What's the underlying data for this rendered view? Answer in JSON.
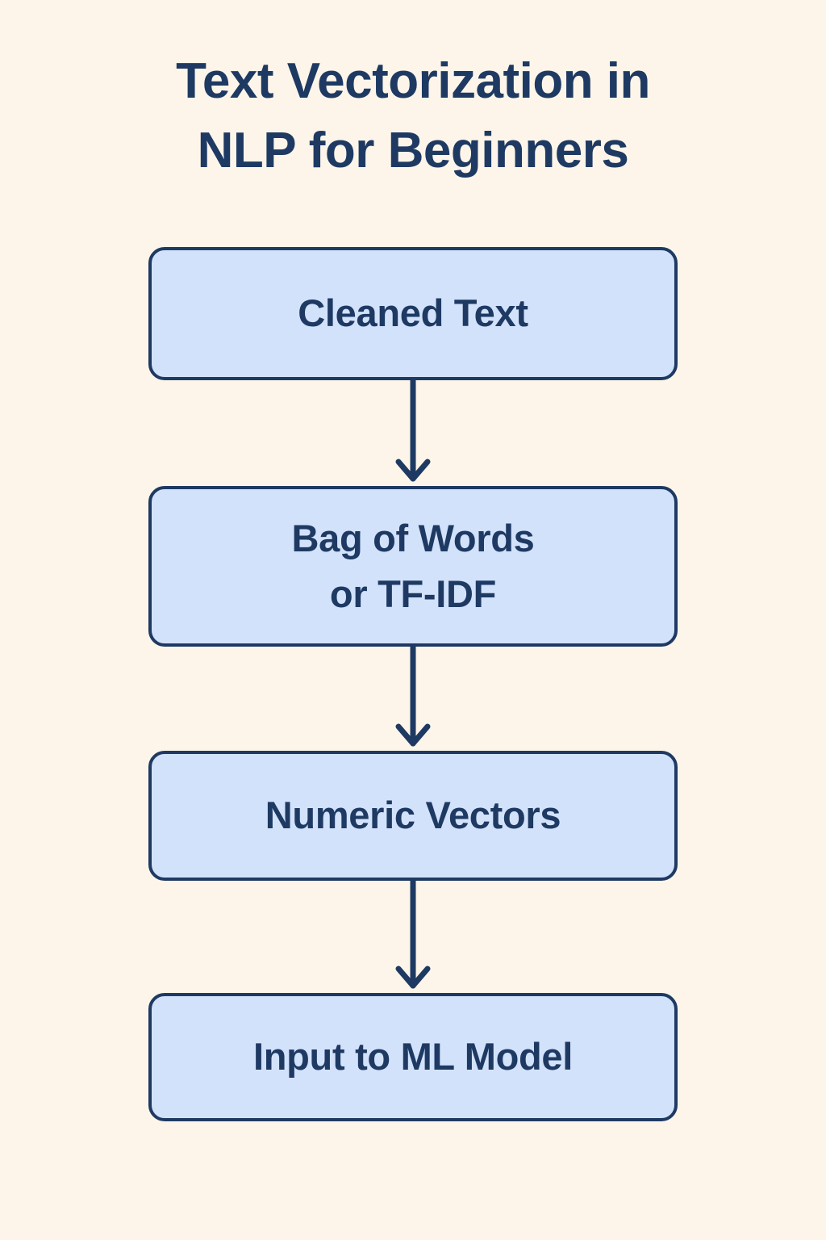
{
  "page": {
    "background_color": "#FDF5E9",
    "accent_color": "#1E3A63",
    "box_fill_color": "#D3E2FB"
  },
  "title": {
    "line1": "Text Vectorization in",
    "line2": "NLP for Beginners",
    "full": "Text Vectorization in NLP for Beginners"
  },
  "flow": {
    "steps": [
      {
        "id": "cleaned-text",
        "label": "Cleaned Text"
      },
      {
        "id": "bow-tfidf",
        "label": "Bag of Words\nor TF-IDF"
      },
      {
        "id": "numeric-vectors",
        "label": "Numeric Vectors"
      },
      {
        "id": "ml-model-input",
        "label": "Input to ML Model"
      }
    ],
    "connectors": [
      {
        "id": "arrow-1",
        "from": "cleaned-text",
        "to": "bow-tfidf",
        "direction": "down"
      },
      {
        "id": "arrow-2",
        "from": "bow-tfidf",
        "to": "numeric-vectors",
        "direction": "down"
      },
      {
        "id": "arrow-3",
        "from": "numeric-vectors",
        "to": "ml-model-input",
        "direction": "down"
      }
    ]
  }
}
